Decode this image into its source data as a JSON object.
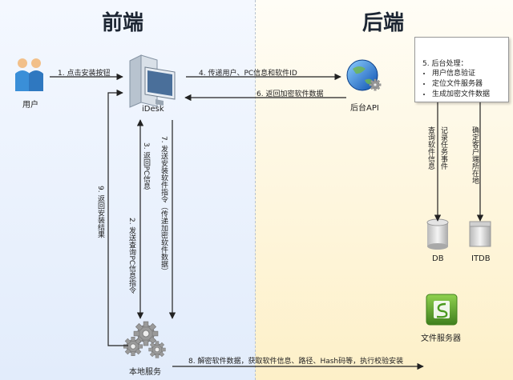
{
  "zones": {
    "front": "前端",
    "back": "后端"
  },
  "nodes": {
    "user": "用户",
    "idesk": "iDesk",
    "backend_api": "后台API",
    "db": "DB",
    "itdb": "ITDB",
    "local_service": "本地服务",
    "file_server": "文件服务器"
  },
  "steps": {
    "s1": "1. 点击安装按钮",
    "s2": "2. 发送查询PC信息指令",
    "s3": "3. 返回PC信息",
    "s4": "4. 传递用户、PC信息和软件ID",
    "s6": "6. 返回加密软件数据",
    "s7": "7. 发送安装软件指令（传递加密软件数据）",
    "s8": "8. 解密软件数据，获取软件信息、路径、Hash码等，执行校验安装",
    "s9": "9. 返回安装结果"
  },
  "backend_process": {
    "title": "5. 后台处理：",
    "items": [
      "用户信息验证",
      "定位文件服务器",
      "生成加密文件数据"
    ]
  },
  "db_links": {
    "db_label_a": "查询软件信息",
    "db_label_b": "记录任务事件",
    "itdb_label": "确定客户端所在地"
  },
  "colors": {
    "arrow": "#222222",
    "globe": "#1f6fd1",
    "user_blue": "#3a8fd8",
    "file_server_green": "#5aa02c"
  }
}
